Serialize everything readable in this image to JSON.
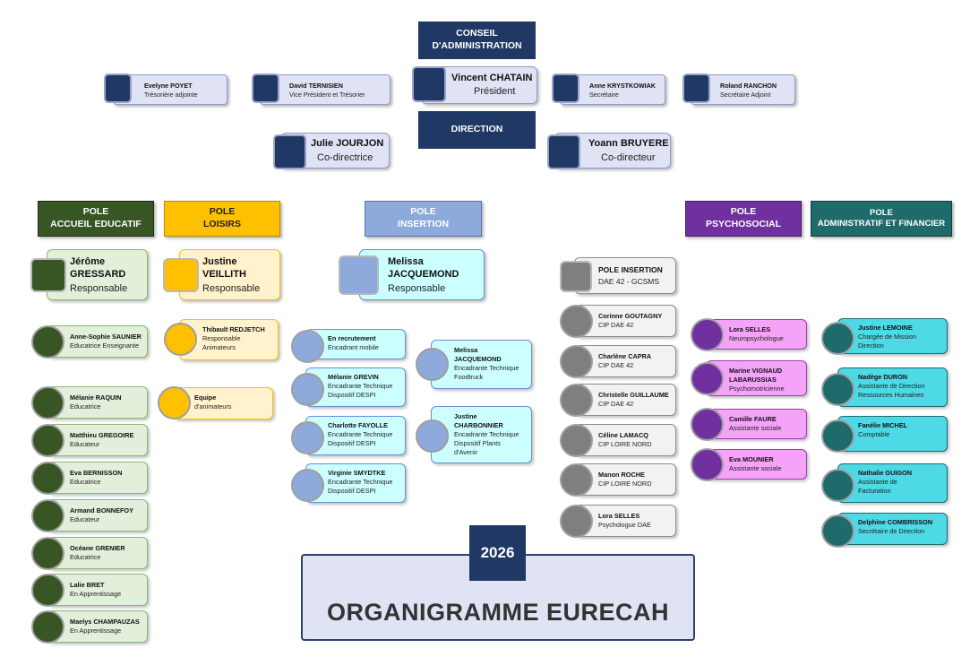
{
  "top": {
    "conseil": "CONSEIL\nD'ADMINISTRATION",
    "direction": "DIRECTION"
  },
  "board": {
    "president": {
      "name": "Vincent CHATAIN",
      "role": "Président"
    },
    "members": [
      {
        "name": "Evelyne POYET",
        "role": "Trésorière adjointe"
      },
      {
        "name": "David TERNISIEN",
        "role": "Vice Président et Trésorier"
      },
      {
        "name": "Anne KRYSTKOWIAK",
        "role": "Secrétaire"
      },
      {
        "name": "Roland RANCHON",
        "role": "Secrétaire Adjoint"
      }
    ]
  },
  "direction": [
    {
      "name": "Julie JOURJON",
      "role": "Co-directrice"
    },
    {
      "name": "Yoann BRUYERE",
      "role": "Co-directeur"
    }
  ],
  "poles": [
    {
      "label": "POLE\nACCUEIL EDUCATIF",
      "color": "#375623"
    },
    {
      "label": "POLE\nLOISIRS",
      "color": "#ffc000"
    },
    {
      "label": "POLE\nINSERTION",
      "color": "#8ea9db"
    },
    {
      "label": "POLE\nPSYCHOSOCIAL",
      "color": "#7030a0"
    },
    {
      "label": "POLE\nADMINISTRATIF ET FINANCIER",
      "color": "#1f6b6b"
    }
  ],
  "leads": [
    {
      "name": "Jérôme\nGRESSARD",
      "role": "Responsable"
    },
    {
      "name": "Justine\nVEILLITH",
      "role": "Responsable"
    },
    {
      "name": "Melissa\nJACQUEMOND",
      "role": "Responsable"
    },
    {
      "name": "POLE INSERTION",
      "role": "DAE 42 - GCSMS"
    }
  ],
  "accueil": [
    {
      "name": "Anne-Sophie SAUNIER",
      "role": "Educatrice Enseignante"
    },
    {
      "name": "Mélanie RAQUIN",
      "role": "Educatrice"
    },
    {
      "name": "Matthieu GREGOIRE",
      "role": "Educateur"
    },
    {
      "name": "Eva BERNISSON",
      "role": "Educatrice"
    },
    {
      "name": "Armand BONNEFOY",
      "role": "Educateur"
    },
    {
      "name": "Océane GRENIER",
      "role": "Educatrice"
    },
    {
      "name": "Lalie BRET",
      "role": "En Apprentissage"
    },
    {
      "name": "Maelys CHAMPAUZAS",
      "role": "En Apprentissage"
    }
  ],
  "loisirs": [
    {
      "name": "Thibault REDJETCH",
      "role": "Responsable\nAnimateurs"
    },
    {
      "name": "Equipe",
      "role": "d'animateurs"
    }
  ],
  "insertion_left": [
    {
      "name": "En recrutement",
      "role": "Encadrant mobile"
    },
    {
      "name": "Mélanie GREVIN",
      "role": "Encadrante Technique\nDispositif DESPI"
    },
    {
      "name": "Charlotte FAYOLLE",
      "role": "Encadrante Technique\nDispositif DESPI"
    },
    {
      "name": "Virginie SMYDTKE",
      "role": "Encadrante Technique\nDispositif DESPI"
    }
  ],
  "insertion_right": [
    {
      "name": "Melissa\nJACQUEMOND",
      "role": "Encadrante Technique\nFoodtruck"
    },
    {
      "name": "Justine\nCHARBONNIER",
      "role": "Encadrante Technique\nDispositif Plants\nd'Avenir"
    }
  ],
  "dae": [
    {
      "name": "Corinne GOUTAGNY",
      "role": "CIP DAE 42"
    },
    {
      "name": "Charlène CAPRA",
      "role": "CIP DAE 42"
    },
    {
      "name": "Christelle GUILLAUME",
      "role": "CIP DAE 42"
    },
    {
      "name": "Céline LAMACQ",
      "role": "CIP LOIRE NORD"
    },
    {
      "name": "Manon ROCHE",
      "role": "CIP LOIRE NORD"
    },
    {
      "name": "Lora SELLES",
      "role": "Psychologue DAE"
    }
  ],
  "psycho": [
    {
      "name": "Lora SELLES",
      "role": "Neuropsychologue"
    },
    {
      "name": "Marine VIGNAUD\nLABARUSSIAS",
      "role": "Psychomotricienne"
    },
    {
      "name": "Camille FAURE",
      "role": "Assistante sociale"
    },
    {
      "name": "Eva MOUNIER",
      "role": "Assistante sociale"
    }
  ],
  "admin": [
    {
      "name": "Justine LEMOINE",
      "role": "Chargée de Mission\nDirection"
    },
    {
      "name": "Nadège DURON",
      "role": "Assistante de Direction\nRessources Humaines"
    },
    {
      "name": "Fanélie MICHEL",
      "role": "Comptable"
    },
    {
      "name": "Nathalie GUIGON",
      "role": "Assistante de\nFacturation"
    },
    {
      "name": "Delphine COMBRISSON",
      "role": "Secrétaire de Direction"
    }
  ],
  "footer": {
    "year": "2026",
    "title": "ORGANIGRAMME EURECAH"
  }
}
